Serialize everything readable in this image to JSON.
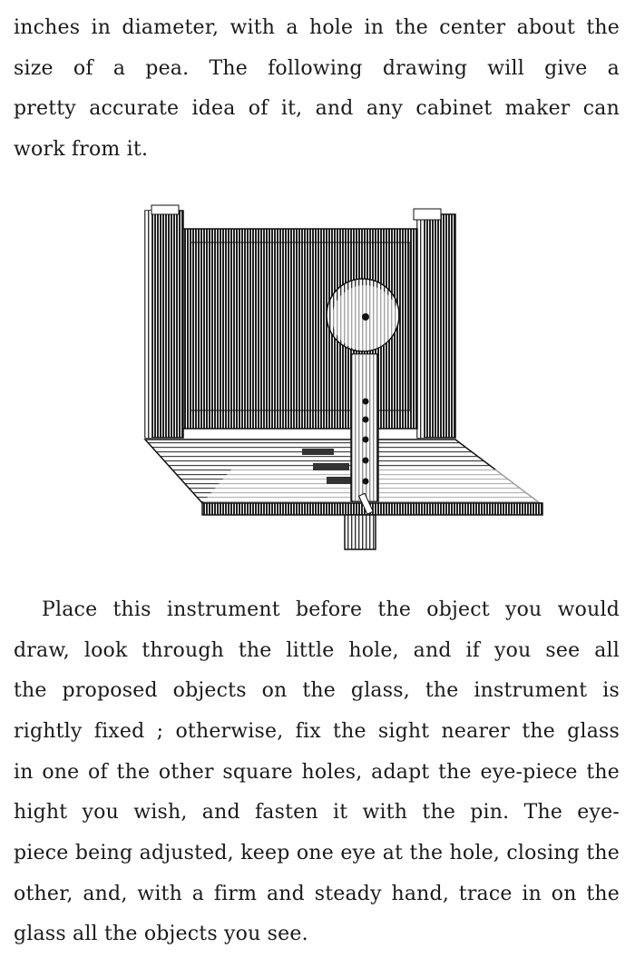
{
  "page": {
    "paragraph1": {
      "lines": [
        "inches in diameter, with a hole in the center about the",
        "size of a pea.  The following drawing will give a",
        "pretty accurate idea of it, and any cabinet maker can",
        "work from it."
      ]
    },
    "figure": {
      "description": "Engraving of a drawing instrument: wooden frame holding a glass pane, hinged base board, vertical eye-piece stick with round sight disc and five holes, fastened with a pin"
    },
    "paragraph2": {
      "lines": [
        "Place this instrument before the object you would",
        "draw, look through the little hole, and if you see all",
        "the proposed objects on the glass, the instrument is",
        "rightly fixed ; otherwise, fix the sight nearer the glass",
        "in one of the other square holes, adapt the eye-piece the",
        "hight you wish, and fasten it with the pin.  The eye-",
        "piece being adjusted, keep one eye at the hole, closing the",
        "other, and, with a firm and steady hand, trace in on the",
        "glass all the objects you see."
      ]
    }
  }
}
